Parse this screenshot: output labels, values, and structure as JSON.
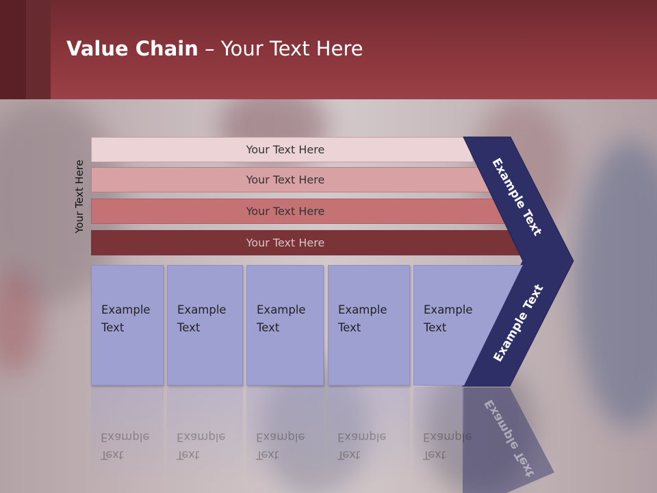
{
  "slide": {
    "title_bold": "Value Chain",
    "title_rest": " – Your Text Here",
    "side_label": "Your Text Here"
  },
  "bars": [
    {
      "label": "Your Text Here",
      "color": "#ecd3d5",
      "text_color": "#333333"
    },
    {
      "label": "Your Text Here",
      "color": "#d8a1a3",
      "text_color": "#333333"
    },
    {
      "label": "Your Text Here",
      "color": "#c47274",
      "text_color": "#333333"
    },
    {
      "label": "Your Text Here",
      "color": "#7a3437",
      "text_color": "#d7c4c5"
    }
  ],
  "boxes": [
    {
      "line1": "Example",
      "line2": "Text"
    },
    {
      "line1": "Example",
      "line2": "Text"
    },
    {
      "line1": "Example",
      "line2": "Text"
    },
    {
      "line1": "Example",
      "line2": "Text"
    },
    {
      "line1": "Example",
      "line2": "Text"
    }
  ],
  "chevron": {
    "upper_label": "Example Text",
    "lower_label": "Example Text",
    "color": "#2d2f66"
  },
  "colors": {
    "header": "#8a363c",
    "box_fill": "#9ea0d2"
  }
}
